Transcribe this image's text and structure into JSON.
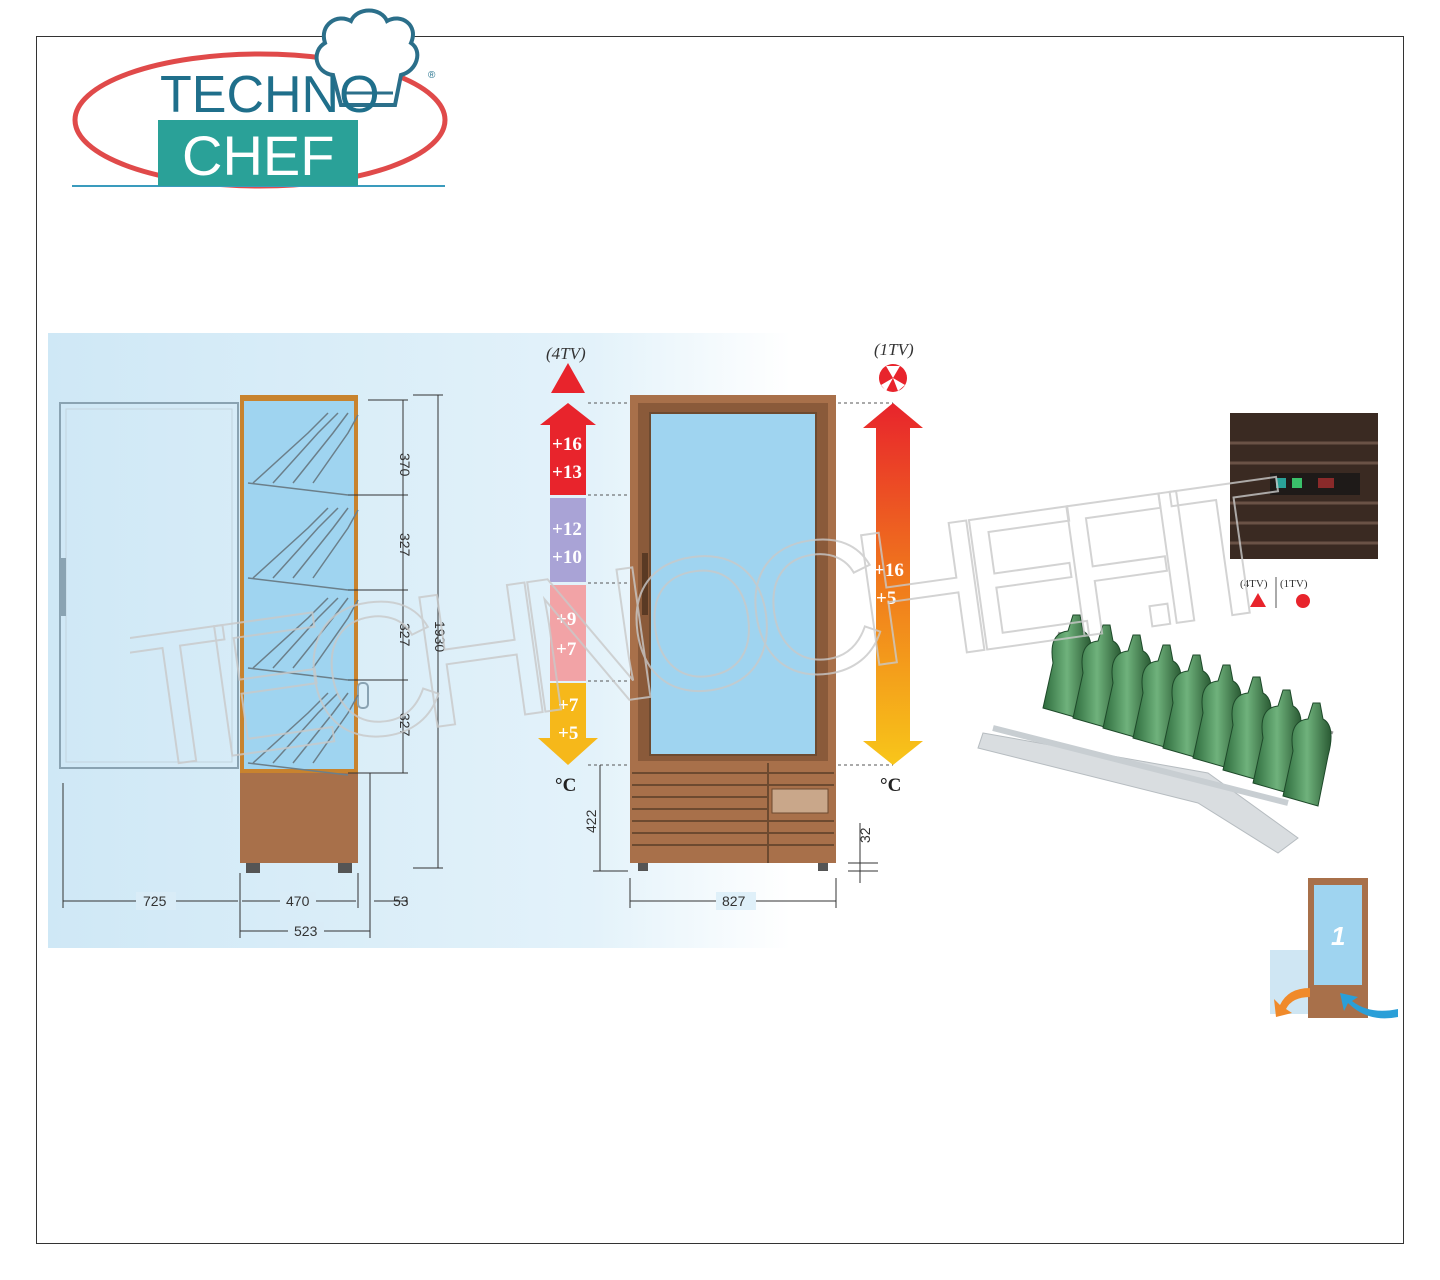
{
  "logo": {
    "line1": "TECHNO",
    "line2": "CHEF",
    "registered": "®"
  },
  "watermark": "TECHNOCHEF.IT",
  "side_view": {
    "dims_vertical": [
      "370",
      "327",
      "327",
      "327"
    ],
    "height_total": "1930",
    "dims_horizontal": [
      "725",
      "470",
      "53"
    ],
    "depth_total": "523"
  },
  "front_view": {
    "label_4tv": "(4TV)",
    "label_1tv": "(1TV)",
    "zones_4tv": [
      {
        "top": "+16",
        "bottom": "+13",
        "color": "#e8242c"
      },
      {
        "top": "+12",
        "bottom": "+10",
        "color": "#a9a3d6"
      },
      {
        "top": "+9",
        "bottom": "+7",
        "color": "#f2a3a6"
      },
      {
        "top": "+7",
        "bottom": "+5",
        "color": "#f6b81a"
      }
    ],
    "range_1tv": {
      "top": "+16",
      "bottom": "+5"
    },
    "unit_left": "°C",
    "unit_right": "°C",
    "base_height": "422",
    "foot_height": "32",
    "width": "827"
  },
  "control_panel": {
    "label_4tv": "(4TV)",
    "label_1tv": "(1TV)"
  },
  "airflow_badge": {
    "number": "1"
  },
  "colors": {
    "teal": "#2aa198",
    "logo_red": "#e04a4a",
    "wood": "#a8704a",
    "glass": "#9fd4f0",
    "panel_bg": "#dbeef8"
  }
}
